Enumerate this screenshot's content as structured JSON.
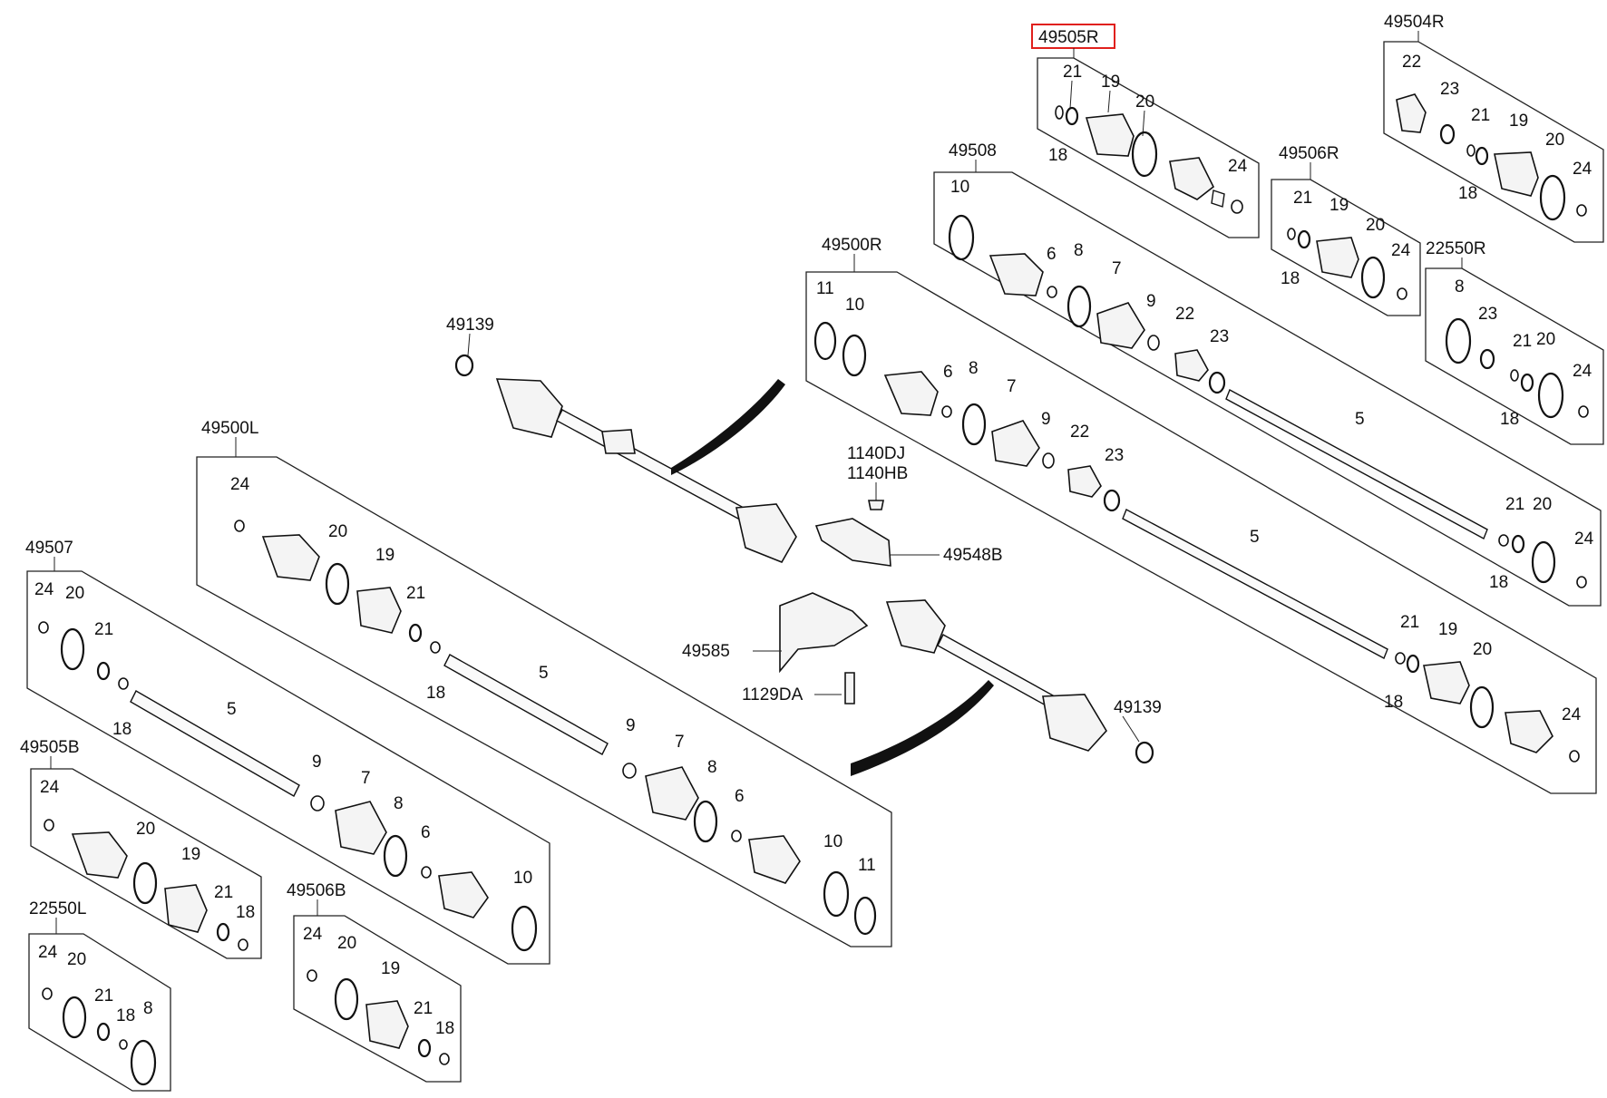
{
  "diagram": {
    "highlighted_group": "49505R",
    "highlight_color": "#e0201c",
    "groups": {
      "g49505R": "49505R",
      "g49504R": "49504R",
      "g49508": "49508",
      "g49506R": "49506R",
      "g22550R": "22550R",
      "g49500R": "49500R",
      "g49500L": "49500L",
      "g49507": "49507",
      "g49505B": "49505B",
      "g22550L": "22550L",
      "g49506B": "49506B"
    },
    "parts": {
      "p49139_top": "49139",
      "p49139_bottom": "49139",
      "p1140DJ": "1140DJ",
      "p1140HB": "1140HB",
      "p49548B": "49548B",
      "p49585": "49585",
      "p1129DA": "1129DA"
    },
    "callouts": {
      "r505_21": "21",
      "r505_19": "19",
      "r505_20": "20",
      "r505_18": "18",
      "r505_24": "24",
      "r504_22": "22",
      "r504_23": "23",
      "r504_21": "21",
      "r504_19": "19",
      "r504_20": "20",
      "r504_18": "18",
      "r504_24": "24",
      "s508_10": "10",
      "s508_6": "6",
      "s508_8": "8",
      "s508_7": "7",
      "s508_9": "9",
      "s508_22": "22",
      "s508_23": "23",
      "s508_5": "5",
      "s508_21": "21",
      "s508_20": "20",
      "s508_18": "18",
      "s508_24": "24",
      "r506_21": "21",
      "r506_19": "19",
      "r506_20": "20",
      "r506_24": "24",
      "r506_18": "18",
      "k550r_8": "8",
      "k550r_23": "23",
      "k550r_21": "21",
      "k550r_20": "20",
      "k550r_18": "18",
      "k550r_24": "24",
      "a500r_11": "11",
      "a500r_10": "10",
      "a500r_6": "6",
      "a500r_8": "8",
      "a500r_7": "7",
      "a500r_9": "9",
      "a500r_22": "22",
      "a500r_23": "23",
      "a500r_5": "5",
      "a500r_21": "21",
      "a500r_19": "19",
      "a500r_20": "20",
      "a500r_18": "18",
      "a500r_24": "24",
      "a500l_24": "24",
      "a500l_20": "20",
      "a500l_19": "19",
      "a500l_21": "21",
      "a500l_18": "18",
      "a500l_5": "5",
      "a500l_9": "9",
      "a500l_7": "7",
      "a500l_8": "8",
      "a500l_6": "6",
      "a500l_10": "10",
      "a500l_11": "11",
      "a507_24": "24",
      "a507_20": "20",
      "a507_21": "21",
      "a507_18": "18",
      "a507_5": "5",
      "a507_9": "9",
      "a507_7": "7",
      "a507_8": "8",
      "a507_6": "6",
      "a507_10": "10",
      "b505_24": "24",
      "b505_20": "20",
      "b505_19": "19",
      "b505_21": "21",
      "b505_18": "18",
      "k550l_24": "24",
      "k550l_20": "20",
      "k550l_21": "21",
      "k550l_18": "18",
      "k550l_8": "8",
      "b506_24": "24",
      "b506_20": "20",
      "b506_19": "19",
      "b506_21": "21",
      "b506_18": "18"
    }
  }
}
